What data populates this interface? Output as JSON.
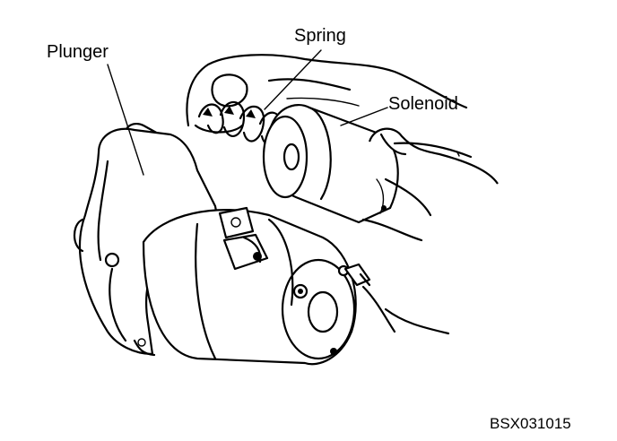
{
  "labels": {
    "spring": "Spring",
    "plunger": "Plunger",
    "solenoid": "Solenoid",
    "figure_code": "BSX031015"
  },
  "colors": {
    "ink": "#000000",
    "paper": "#ffffff"
  }
}
